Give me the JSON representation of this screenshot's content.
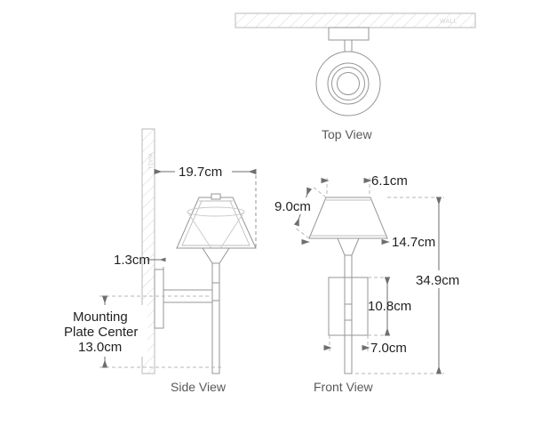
{
  "document": {
    "kind": "technical-drawing",
    "subject": "wall sconce lamp",
    "background_color": "#ffffff",
    "line_color": "#939598",
    "dim_line_color": "#6d6e71",
    "text_color": "#231f20",
    "title_color": "#58595b",
    "wall_hatch_color": "#d9dadb",
    "wall_label_color": "#d2d3d5"
  },
  "views": [
    {
      "id": "top-view",
      "title": "Top View",
      "wall_label": "WALL",
      "description": "plan view showing circular shade with concentric rings and wall mounting plate"
    },
    {
      "id": "side-view",
      "title": "Side View",
      "wall_label": "WALL",
      "description": "profile view showing lamp projecting from wall with mounting plate"
    },
    {
      "id": "front-view",
      "title": "Front View",
      "description": "elevation view showing lamp shade, stem and backplate"
    }
  ],
  "dimensions": {
    "side_view": [
      {
        "id": "projection",
        "label": "19.7cm",
        "value": 19.7,
        "unit": "cm",
        "orientation": "horizontal",
        "note": "overall projection from wall face"
      },
      {
        "id": "plate-offset",
        "label": "1.3cm",
        "value": 1.3,
        "unit": "cm",
        "orientation": "horizontal",
        "note": "mounting plate thickness off wall"
      },
      {
        "id": "mounting-plate-center",
        "label_lines": [
          "Mounting",
          "Plate Center",
          "13.0cm"
        ],
        "value": 13.0,
        "unit": "cm",
        "orientation": "vertical",
        "note": "height from base datum up to mounting plate center"
      }
    ],
    "front_view": [
      {
        "id": "shade-top-diameter",
        "label": "6.1cm",
        "value": 6.1,
        "unit": "cm",
        "orientation": "horizontal",
        "note": "top diameter of shade"
      },
      {
        "id": "shade-slant-height",
        "label": "9.0cm",
        "value": 9.0,
        "unit": "cm",
        "orientation": "diagonal",
        "note": "slant height of shade"
      },
      {
        "id": "shade-bottom-diameter",
        "label": "14.7cm",
        "value": 14.7,
        "unit": "cm",
        "orientation": "horizontal",
        "note": "bottom diameter of shade"
      },
      {
        "id": "backplate-height",
        "label": "10.8cm",
        "value": 10.8,
        "unit": "cm",
        "orientation": "vertical",
        "note": "backplate height"
      },
      {
        "id": "backplate-width",
        "label": "7.0cm",
        "value": 7.0,
        "unit": "cm",
        "orientation": "horizontal",
        "note": "backplate width"
      },
      {
        "id": "overall-height",
        "label": "34.9cm",
        "value": 34.9,
        "unit": "cm",
        "orientation": "vertical",
        "note": "overall fixture height"
      }
    ]
  },
  "labels": {
    "top_view_title": "Top View",
    "side_view_title": "Side View",
    "front_view_title": "Front View",
    "wall": "WALL",
    "mounting_line_1": "Mounting",
    "mounting_line_2": "Plate Center",
    "mounting_line_3": "13.0cm",
    "dim_19_7": "19.7cm",
    "dim_1_3": "1.3cm",
    "dim_6_1": "6.1cm",
    "dim_9_0": "9.0cm",
    "dim_14_7": "14.7cm",
    "dim_10_8": "10.8cm",
    "dim_7_0": "7.0cm",
    "dim_34_9": "34.9cm"
  }
}
